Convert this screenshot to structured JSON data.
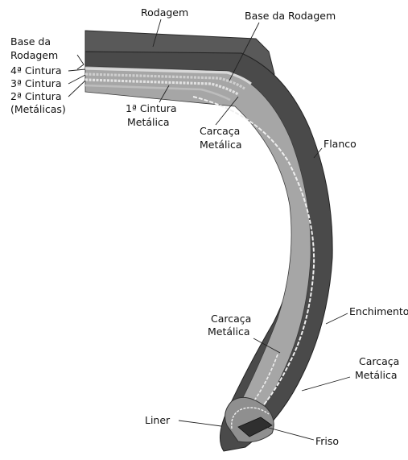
{
  "labels": {
    "rodagem": "Rodagem",
    "base_da_rodagem_top": "Base da Rodagem",
    "base_da_rodagem_left_line1": "Base da",
    "base_da_rodagem_left_line2": "Rodagem",
    "cintura_4": "4ª Cintura",
    "cintura_3": "3ª Cintura",
    "cintura_2": "2ª Cintura",
    "metalicas": "(Metálicas)",
    "cintura_1_line1": "1ª Cintura",
    "cintura_1_line2": "Metálica",
    "carcaca_upper_line1": "Carcaça",
    "carcaca_upper_line2": "Metálica",
    "flanco": "Flanco",
    "carcaca_mid_line1": "Carcaça",
    "carcaca_mid_line2": "Metálica",
    "enchimento": "Enchimento",
    "carcaca_lower_line1": "Carcaça",
    "carcaca_lower_line2": "Metálica",
    "liner": "Liner",
    "friso": "Friso"
  },
  "colors": {
    "tread": "#595959",
    "sidewall": "#4a4a4a",
    "inner_body": "#a6a6a6",
    "belts": "#cfcfcf",
    "ply": "#e8e8e8",
    "bead": "#2f2f2f",
    "text": "#111111"
  }
}
